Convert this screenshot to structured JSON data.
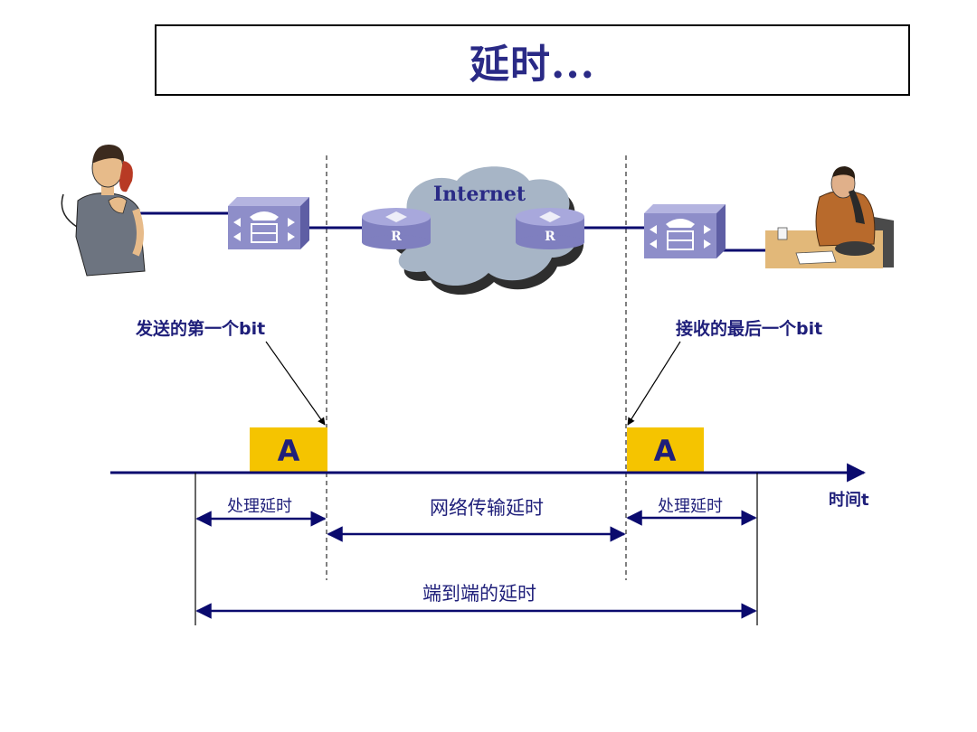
{
  "title": "延时...",
  "cloud_label": "Internet",
  "router_label": "R",
  "first_bit_label": "发送的第一个bit",
  "last_bit_label": "接收的最后一个bit",
  "packet_label": "A",
  "proc_delay_label": "处理延时",
  "net_delay_label": "网络传输延时",
  "e2e_delay_label": "端到端的延时",
  "time_axis_label": "时间t",
  "colors": {
    "accent": "#1f1f7a",
    "line": "#0a0a6e",
    "packet": "#f5c400",
    "device": "#8e8ec9",
    "cloud": "#a7b5c6"
  }
}
